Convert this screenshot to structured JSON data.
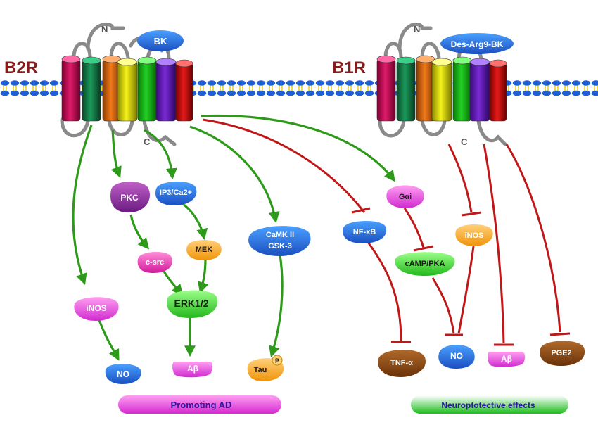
{
  "receptors": {
    "b2r": {
      "name": "B2R",
      "ligand": "BK",
      "n_term": "N",
      "c_term": "C"
    },
    "b1r": {
      "name": "B1R",
      "ligand": "Des-Arg9-BK",
      "n_term": "N",
      "c_term": "C"
    }
  },
  "nodes": {
    "pkc": "PKC",
    "ip3": "IP3/Ca2+",
    "csrc": "c-src",
    "mek": "MEK",
    "erk": "ERK1/2",
    "inos_left": "iNOS",
    "no_left": "NO",
    "abeta_left": "Aβ",
    "camk": "CaMK II",
    "gsk": "GSK-3",
    "tau": "Tau",
    "tau_p": "P",
    "nfkb": "NF-κB",
    "tnf": "TNF-α",
    "gai": "Gαi",
    "camp": "cAMP/PKA",
    "inos_right": "iNOS",
    "no_right": "NO",
    "abeta_right": "Aβ",
    "pge2": "PGE2"
  },
  "banners": {
    "promoting": "Promoting AD",
    "neuroprotective": "Neuroptotective effects"
  },
  "colors": {
    "activation": "#2e9a1a",
    "inhibition": "#c01818",
    "membrane_head": "#1f5fd6",
    "membrane_tail": "#f2e21a",
    "receptor_label": "#8b1a1a",
    "banner_promoting": "#e23ad6",
    "banner_neuroprotective": "#22c020"
  }
}
